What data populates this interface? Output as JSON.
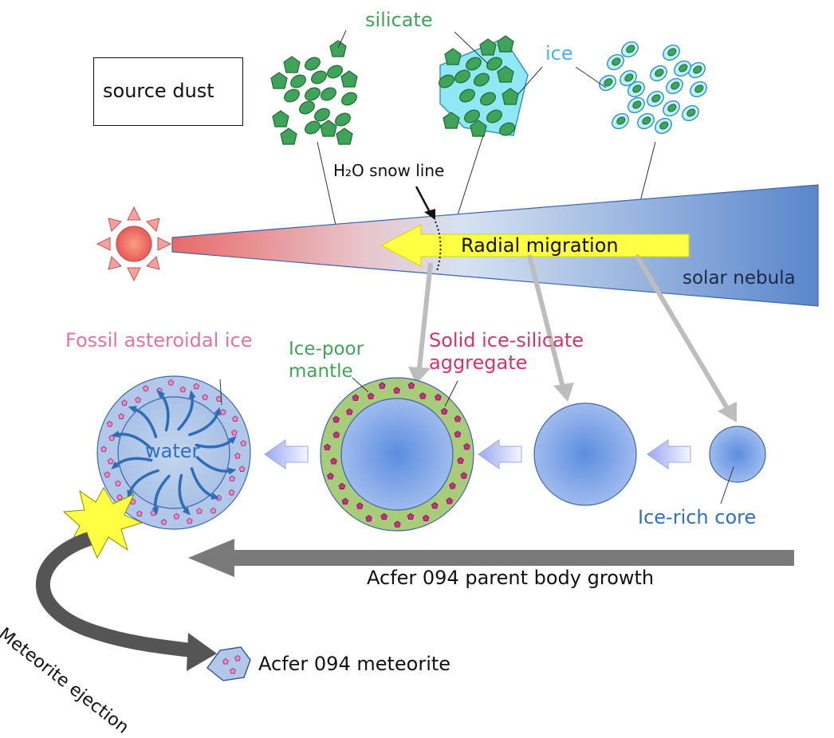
{
  "labels": {
    "source_dust": "source dust",
    "silicate": "silicate",
    "ice": "ice",
    "snow_line": "H₂O snow line",
    "radial_migration": "Radial migration",
    "solar_nebula": "solar nebula",
    "fossil_ice": "Fossil asteroidal ice",
    "ice_poor_mantle_1": "Ice-poor",
    "ice_poor_mantle_2": "mantle",
    "solid_aggregate_1": "Solid ice-silicate",
    "solid_aggregate_2": "aggregate",
    "water": "water",
    "ice_rich_core": "Ice-rich core",
    "parent_body_growth": "Acfer 094 parent body growth",
    "meteorite_ejection": "Meteorite ejection",
    "acfer_meteorite": "Acfer 094 meteorite"
  },
  "colors": {
    "silicate_green": "#3fa45a",
    "ice_blue": "#4ab3e6",
    "fossil_pink": "#e8719f",
    "aggregate_magenta": "#d6336c",
    "core_blue": "#2f6fc4",
    "nebula_blue": "#5f8ed0",
    "sun_red": "#e86a6a",
    "migration_yellow": "#ffff44",
    "mantle_green": "#a8cc7a"
  }
}
